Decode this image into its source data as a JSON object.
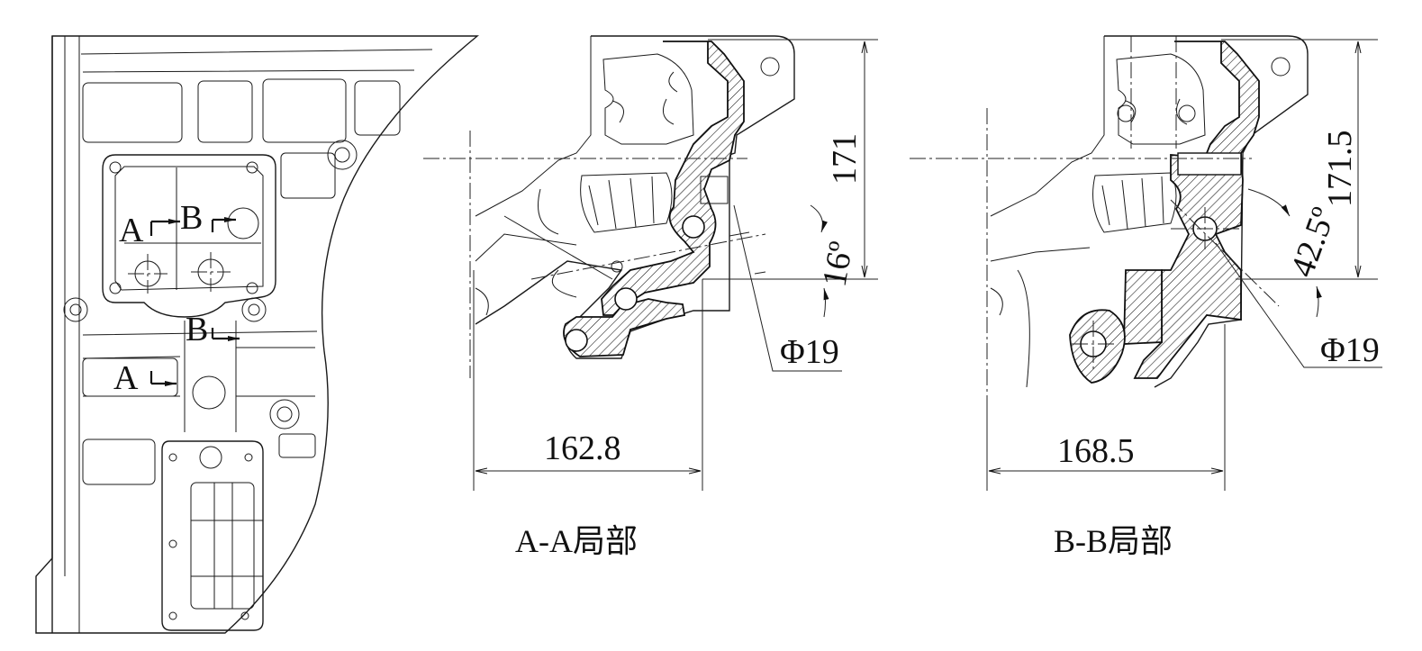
{
  "plan_view": {
    "section_labels": {
      "a_top": "A",
      "b_top": "B",
      "b_bottom": "B",
      "a_bottom": "A"
    }
  },
  "section_aa": {
    "caption": "A-A局部",
    "dim_height": "171",
    "dim_width": "162.8",
    "dim_angle": "16º",
    "dim_diameter": "Φ19"
  },
  "section_bb": {
    "caption": "B-B局部",
    "dim_height": "171.5",
    "dim_width": "168.5",
    "dim_angle": "42.5º",
    "dim_diameter": "Φ19"
  }
}
